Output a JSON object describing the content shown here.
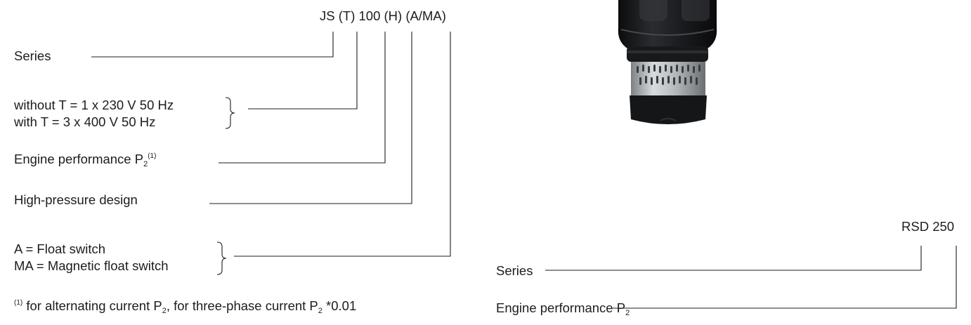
{
  "left_code": {
    "model": "JS (T) 100 (H) (A/MA)",
    "series_label": "Series",
    "voltage": {
      "without_t": "without T = 1 x 230 V 50 Hz",
      "with_t": "with T = 3 x 400 V 50 Hz"
    },
    "engine": {
      "prefix": "Engine performance P",
      "sub": "2",
      "sup": "(1)"
    },
    "high_pressure": "High-pressure design",
    "switch": {
      "float": "A = Float switch",
      "magnetic": "MA = Magnetic float switch"
    },
    "footnote": {
      "marker": "(1)",
      "part1": " for alternating current P",
      "sub1": "2",
      "part2": ", for three-phase current P",
      "sub2": "2",
      "part3": " *0.01"
    }
  },
  "right_code": {
    "model": "RSD 250",
    "series_label": "Series",
    "engine": {
      "prefix": "Engine performance P",
      "sub": "2"
    }
  },
  "colors": {
    "text": "#1d1d1b",
    "lines": "#1d1d1b",
    "pump_body": "#1b1c1e",
    "pump_strainer": "#b9bcbe"
  },
  "image": {
    "icon": "submersible-pump-photo"
  }
}
